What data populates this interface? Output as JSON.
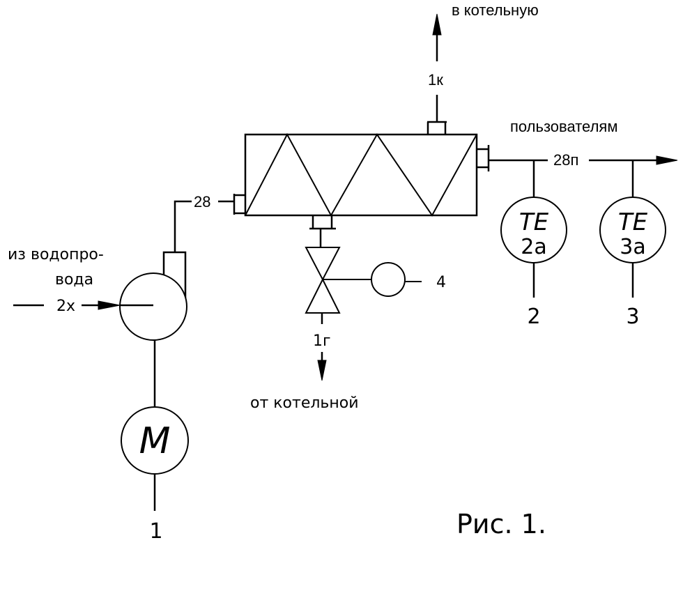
{
  "diagram": {
    "caption": "Рис. 1.",
    "labels": {
      "to_boiler": "в котельную",
      "from_boiler": "от котельной",
      "to_users": "пользователям",
      "from_water_supply_line1": "из водопро-",
      "from_water_supply_line2": "вода"
    },
    "pipes": {
      "hot_out": "1к",
      "hot_in": "1г",
      "cold_in": "2х",
      "pump_out": "28",
      "user_supply": "28п"
    },
    "equipment": {
      "motor_symbol": "M",
      "motor_tag": "1",
      "actuator_tag": "4",
      "sensor_1": {
        "type": "TE",
        "id": "2a",
        "tag": "2"
      },
      "sensor_2": {
        "type": "TE",
        "id": "3a",
        "tag": "3"
      }
    }
  }
}
